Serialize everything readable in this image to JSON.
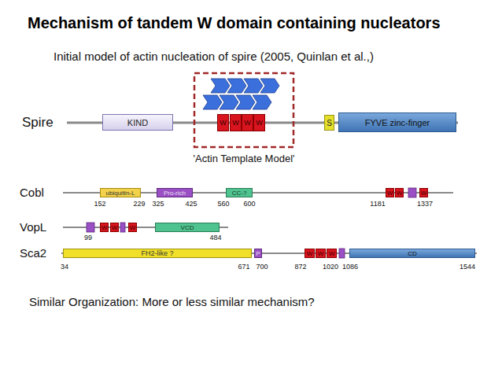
{
  "diagram": {
    "title": "Mechanism of tandem W domain containing nucleators",
    "nodes": [
      {
        "text": [
          "KIND"
        ]
      },
      {
        "text": [
          "W"
        ]
      },
      {
        "text": [
          "W"
        ]
      },
      {
        "text": [
          "W"
        ]
      },
      {
        "text": [
          "W"
        ]
      },
      {
        "text": [
          "S"
        ]
      },
      {
        "text": [
          "FYVE zinc-finger"
        ]
      },
      {
        "text": [
          "ubiquitin-L"
        ]
      },
      {
        "text": [
          "Pro-rich"
        ]
      },
      {
        "text": [
          "CC-?"
        ]
      },
      {
        "text": [
          "W"
        ]
      },
      {
        "text": [
          "W"
        ]
      },
      {
        "text": [
          "W"
        ]
      },
      {
        "text": [
          "W"
        ]
      },
      {
        "text": [
          "W"
        ]
      },
      {
        "text": [
          "W"
        ]
      },
      {
        "text": [
          "VCD"
        ]
      },
      {
        "text": [
          "FH2-like ?"
        ]
      },
      {
        "text": [
          "P"
        ]
      },
      {
        "text": [
          "W"
        ]
      },
      {
        "text": [
          "W"
        ]
      },
      {
        "text": [
          "W"
        ]
      },
      {
        "text": [
          "CD"
        ]
      }
    ],
    "labels": [
      "Initial model of actin nucleation of spire (2005, Quinlan et al.,)",
      "Spire",
      "'Actin Template Model'",
      "Cobl",
      "152",
      "229",
      "325",
      "425",
      "560",
      "600",
      "1181",
      "1337",
      "VopL",
      "99",
      "484",
      "Sca2",
      "34",
      "671",
      "700",
      "872",
      "1020",
      "1086",
      "1544",
      "Similar Organization: More or less similar mechanism?"
    ]
  }
}
